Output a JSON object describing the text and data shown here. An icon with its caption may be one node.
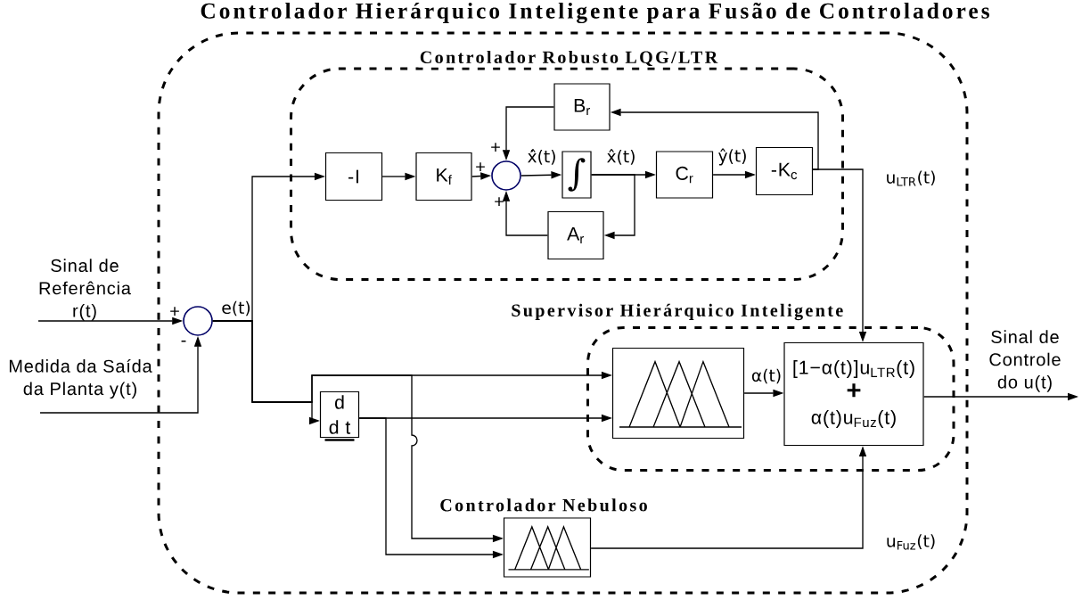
{
  "diagram": {
    "nodes": [
      {
        "text": [
          "Controlador Hierárquico Inteligente para Fusão de Controladores"
        ]
      },
      {
        "text": [
          "Controlador Robusto LQG/LTR"
        ],
        "in": 0
      },
      {
        "text": [
          "-I"
        ],
        "in": 1
      },
      {
        "text": [
          "K$_{f}$"
        ],
        "in": 1
      },
      {
        "text": [],
        "shape": "circle",
        "in": 1
      },
      {
        "text": [
          "B$_{r}$"
        ],
        "in": 1
      },
      {
        "text": [
          "∫"
        ],
        "in": 1
      },
      {
        "text": [
          "A$_{r}$"
        ],
        "in": 1
      },
      {
        "text": [
          "C$_{r}$"
        ],
        "in": 1
      },
      {
        "text": [
          "-K$_{c}$"
        ],
        "in": 1
      },
      {
        "text": [],
        "shape": "circle",
        "in": 0
      },
      {
        "text": [
          "Supervisor Hierárquico Inteligente"
        ],
        "in": 0
      },
      {
        "text": [],
        "shape": "picture",
        "in": 11
      },
      {
        "text": [
          "[1−α(t)]u$_{LTR}$(t)",
          "+",
          "α(t)u$_{Fuz}$(t)"
        ],
        "in": 11
      },
      {
        "text": [
          "d",
          "d t"
        ],
        "in": 0
      },
      {
        "text": [
          "Controlador Nebuloso"
        ],
        "in": 0
      }
    ],
    "edges": [
      {
        "from": null,
        "to": 10,
        "arrow": "to",
        "label": "Sinal de Referência r(t)"
      },
      {
        "from": null,
        "to": 10,
        "arrow": "to",
        "label": "Medida da Saída da Planta y(t)"
      },
      {
        "from": 10,
        "to": 2,
        "arrow": "to",
        "label": "e(t)"
      },
      {
        "from": 10,
        "to": 12,
        "arrow": "to"
      },
      {
        "from": 10,
        "to": 14,
        "arrow": "to"
      },
      {
        "from": 10,
        "to": 15,
        "arrow": "to"
      },
      {
        "from": 14,
        "to": 12,
        "arrow": "to"
      },
      {
        "from": 14,
        "to": 15,
        "arrow": "to"
      },
      {
        "from": 2,
        "to": 3,
        "arrow": "to"
      },
      {
        "from": 3,
        "to": 4,
        "arrow": "to"
      },
      {
        "from": 4,
        "to": 6,
        "arrow": "to",
        "label": "ẋ̂(t)"
      },
      {
        "from": 6,
        "to": 8,
        "arrow": "to",
        "label": "x̂(t)"
      },
      {
        "from": 6,
        "to": 7,
        "arrow": "to"
      },
      {
        "from": 7,
        "to": 4,
        "arrow": "to"
      },
      {
        "from": 5,
        "to": 4,
        "arrow": "to"
      },
      {
        "from": 8,
        "to": 9,
        "arrow": "to",
        "label": "ŷ(t)"
      },
      {
        "from": 9,
        "to": 5,
        "arrow": "to"
      },
      {
        "from": 9,
        "to": 13,
        "arrow": "to",
        "label": "u$_{LTR}$(t)"
      },
      {
        "from": 12,
        "to": 13,
        "arrow": "to",
        "label": "α(t)"
      },
      {
        "from": 15,
        "to": 13,
        "arrow": "to",
        "label": "u$_{Fuz}$(t)"
      },
      {
        "from": 13,
        "to": null,
        "arrow": "to",
        "label": "Sinal de Controle do u(t)"
      }
    ],
    "labels": [
      "+",
      "+",
      "+",
      "+",
      "-"
    ]
  }
}
